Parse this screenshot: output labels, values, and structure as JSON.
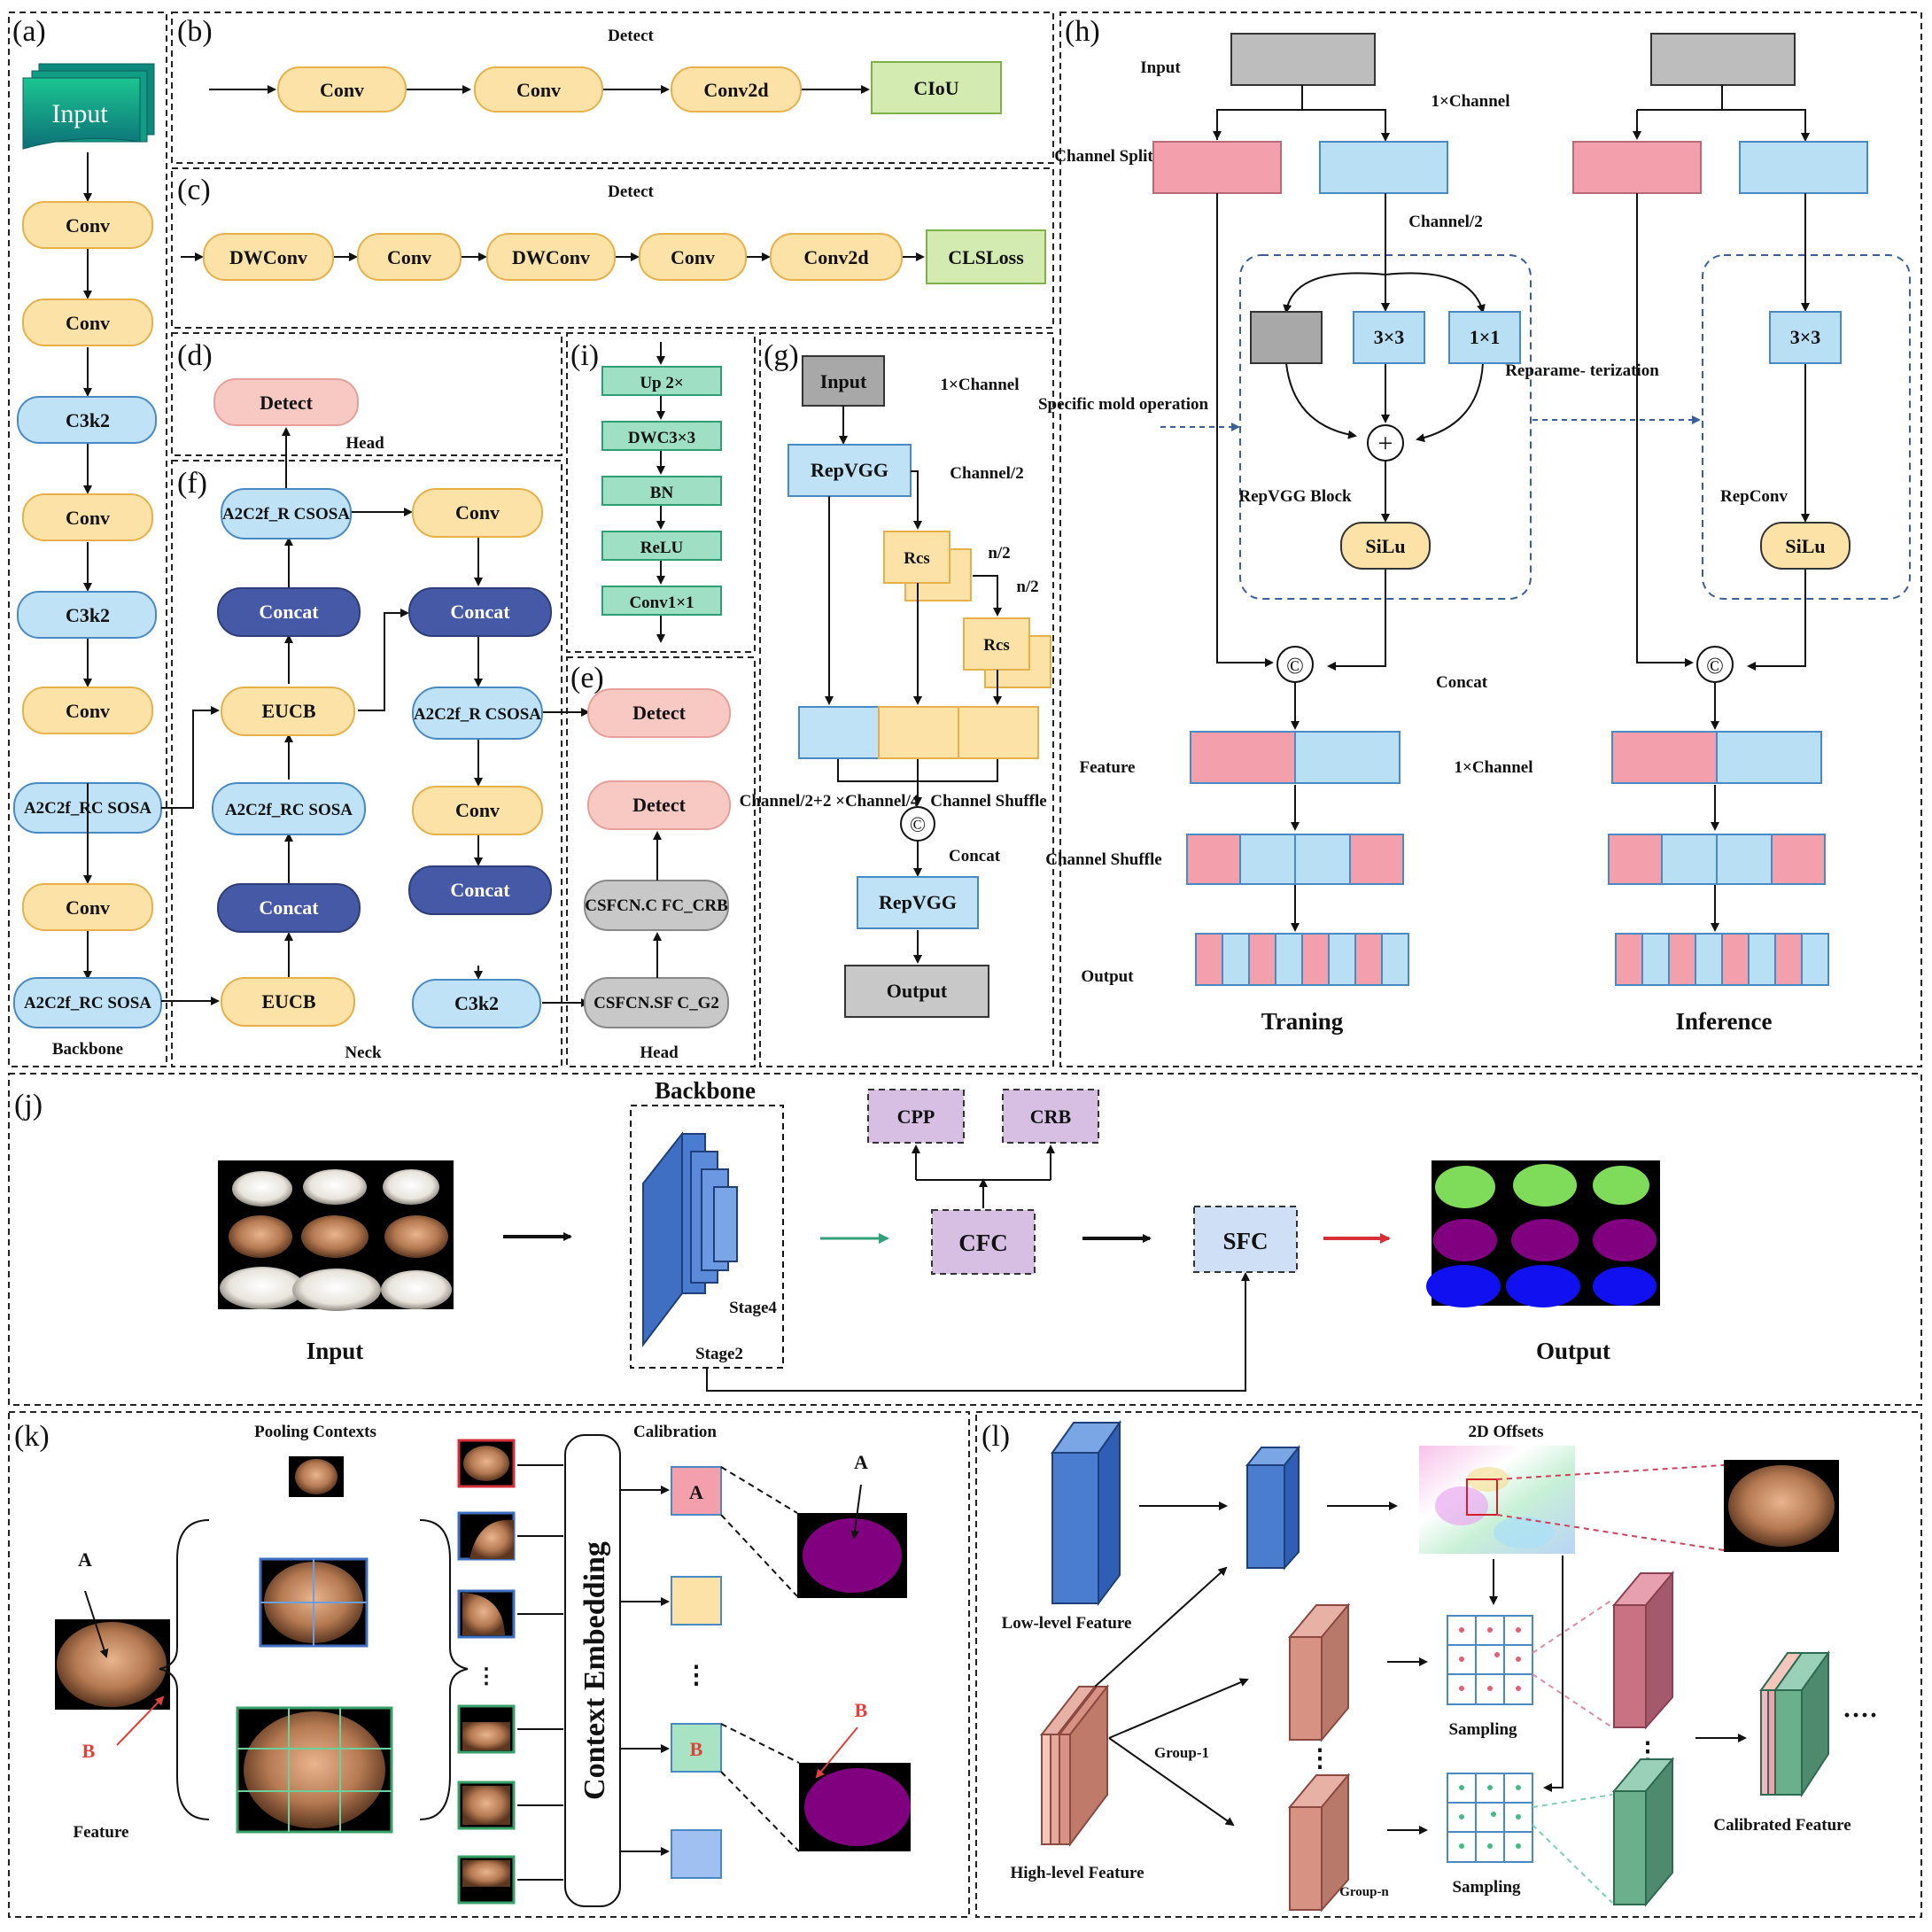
{
  "panels": {
    "a": "(a)",
    "b": "(b)",
    "c": "(c)",
    "d": "(d)",
    "e": "(e)",
    "f": "(f)",
    "g": "(g)",
    "h": "(h)",
    "i": "(i)",
    "j": "(j)",
    "k": "(k)",
    "l": "(l)"
  },
  "backbone": {
    "input": "Input",
    "nodes": [
      "Conv",
      "Conv",
      "C3k2",
      "Conv",
      "C3k2",
      "Conv",
      "A2C2f_RC SOSA",
      "Conv",
      "A2C2f_RC SOSA"
    ],
    "caption": "Backbone"
  },
  "panel_b": {
    "title": "Detect",
    "nodes": [
      "Conv",
      "Conv",
      "Conv2d"
    ],
    "loss": "CIoU"
  },
  "panel_c": {
    "title": "Detect",
    "nodes": [
      "DWConv",
      "Conv",
      "DWConv",
      "Conv",
      "Conv2d"
    ],
    "loss": "CLSLoss"
  },
  "panel_d": {
    "detect": "Detect",
    "caption": "Head"
  },
  "neck": {
    "left": [
      "A2C2f_R CSOSA",
      "Concat",
      "EUCB",
      "A2C2f_RC SOSA",
      "Concat",
      "EUCB"
    ],
    "right": [
      "Conv",
      "Concat",
      "A2C2f_R CSOSA",
      "Conv",
      "Concat",
      "C3k2"
    ],
    "caption": "Neck"
  },
  "panel_i": {
    "nodes": [
      "Up 2×",
      "DWC3×3",
      "BN",
      "ReLU",
      "Conv1×1"
    ]
  },
  "panel_e": {
    "nodes": [
      "Detect",
      "Detect",
      "CSFCN.C FC_CRB",
      "CSFCN.SF C_G2"
    ],
    "caption": "Head"
  },
  "panel_g": {
    "input": "Input",
    "one_channel": "1×Channel",
    "repvgg": "RepVGG",
    "channel_half": "Channel/2",
    "rcs": "Rcs",
    "n2": "n/2",
    "left_label": "Channel/2+2 ×Channel/4",
    "shuffle": "Channel Shuffle",
    "concat": "Concat",
    "output": "Output"
  },
  "panel_h": {
    "input": "Input",
    "one_channel": "1×Channel",
    "channel_split": "Channel Split",
    "channel_half": "Channel/2",
    "k3": "3×3",
    "k1": "1×1",
    "reparam": "Reparame- terization",
    "specific": "Specific mold operation",
    "repvgg_block": "RepVGG Block",
    "silu": "SiLu",
    "repconv": "RepConv",
    "concat": "Concat",
    "feature": "Feature",
    "shuffle": "Channel Shuffle",
    "output": "Output",
    "training": "Traning",
    "inference": "Inference"
  },
  "panel_j": {
    "input": "Input",
    "backbone": "Backbone",
    "stage4": "Stage4",
    "stage2": "Stage2",
    "cpp": "CPP",
    "crb": "CRB",
    "cfc": "CFC",
    "sfc": "SFC",
    "output": "Output"
  },
  "panel_k": {
    "pooling": "Pooling Contexts",
    "calibration": "Calibration",
    "a": "A",
    "b": "B",
    "feature": "Feature",
    "embedding": "Context Embedding",
    "dots": "·····"
  },
  "panel_l": {
    "low": "Low-level Feature",
    "high": "High-level Feature",
    "offsets": "2D Offsets",
    "group1": "Group-1",
    "groupn": "Group-n",
    "sampling": "Sampling",
    "calibrated": "Calibrated Feature"
  },
  "colors": {
    "orange_fill": "#fde2a8",
    "orange_stroke": "#e6b04a",
    "blue_fill": "#bfe2f6",
    "blue_stroke": "#4a8ac4",
    "navy_fill": "#4659a6",
    "pink_fill": "#f8c9c3",
    "gray_fill": "#c8c8c8",
    "green_fill": "#d3eab0",
    "teal_fill": "#9fe0c4",
    "purple_fill": "#d6bfe3",
    "red_block": "#f4a0ac",
    "cyan_block": "#b8dff4"
  }
}
